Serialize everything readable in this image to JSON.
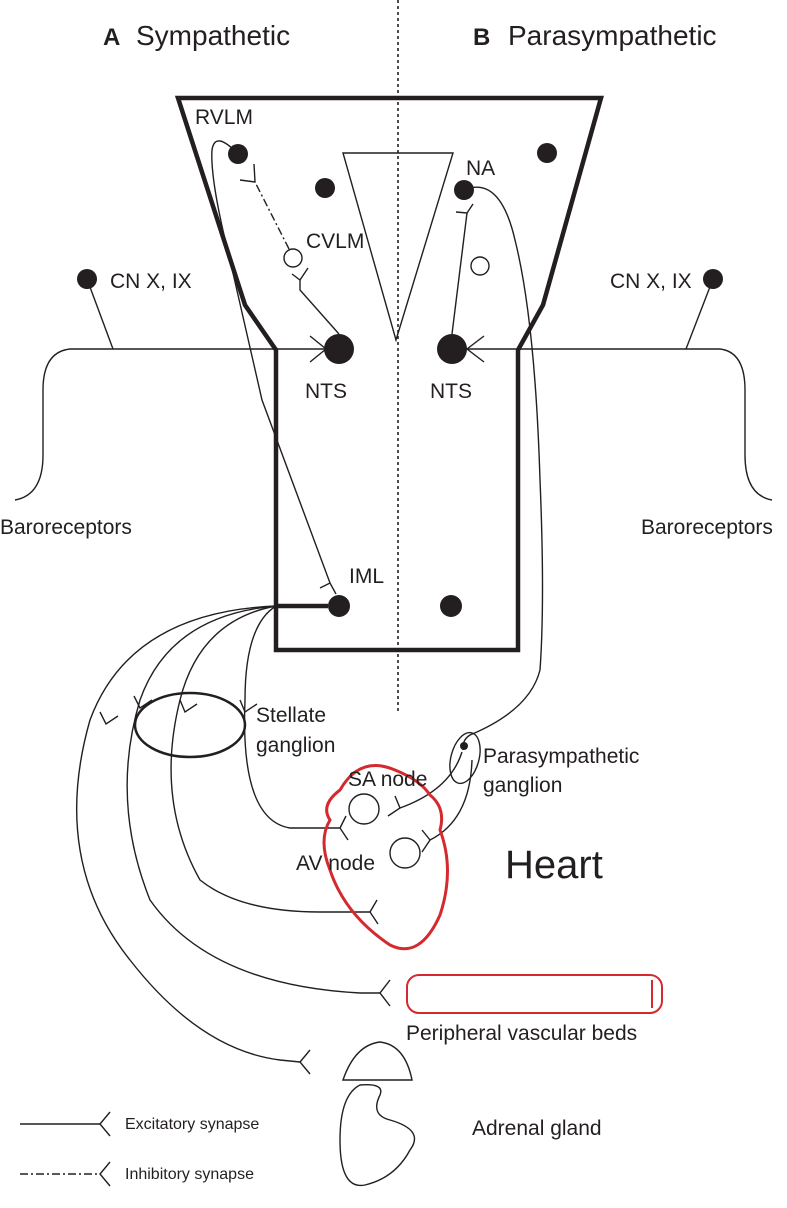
{
  "panels": {
    "a_letter": "A",
    "a_title": "Sympathetic",
    "b_letter": "B",
    "b_title": "Parasympathetic"
  },
  "labels": {
    "rvlm": "RVLM",
    "cvlm": "CVLM",
    "na": "NA",
    "nts_left": "NTS",
    "nts_right": "NTS",
    "cn_left": "CN X, IX",
    "cn_right": "CN X, IX",
    "baro_left": "Baroreceptors",
    "baro_right": "Baroreceptors",
    "iml": "IML",
    "stellate_1": "Stellate",
    "stellate_2": "ganglion",
    "parasym_gang_1": "Parasympathetic",
    "parasym_gang_2": "ganglion",
    "sa_node": "SA node",
    "av_node": "AV node",
    "heart": "Heart",
    "vascular": "Peripheral vascular beds",
    "adrenal": "Adrenal gland"
  },
  "legend": {
    "excitatory": "Excitatory synapse",
    "inhibitory": "Inhibitory synapse"
  },
  "colors": {
    "ink": "#231f20",
    "heart_outline": "#d42a2f"
  }
}
